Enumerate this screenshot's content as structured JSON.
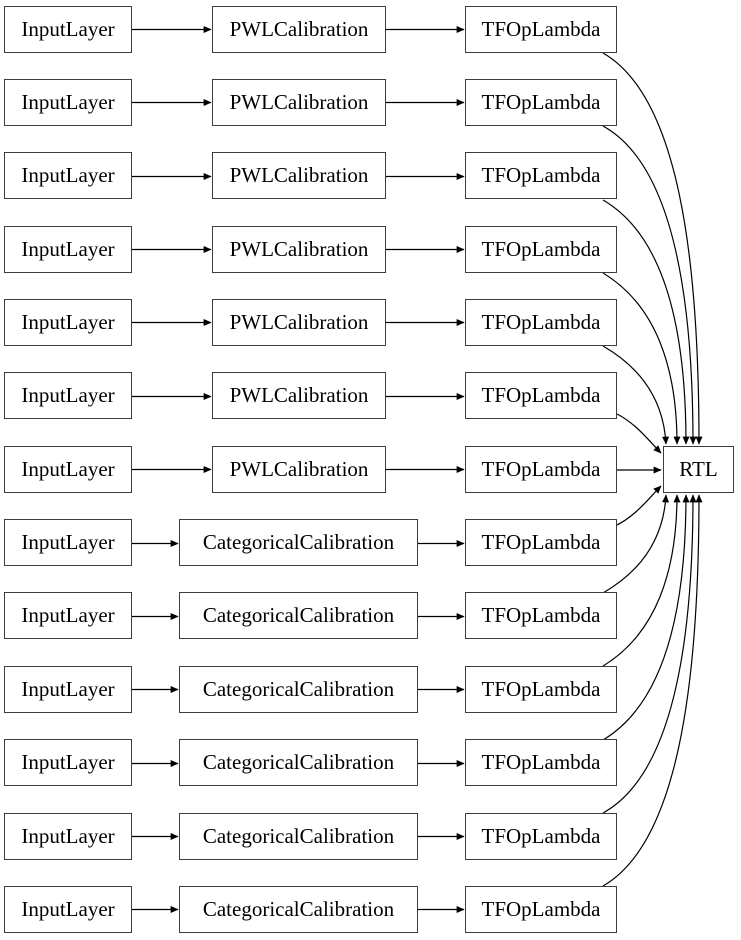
{
  "diagram": {
    "kind": "model-graph",
    "flow": [
      "input",
      "calibration",
      "op",
      "output"
    ],
    "rows": [
      {
        "input": "InputLayer",
        "calibration": "PWLCalibration",
        "op": "TFOpLambda"
      },
      {
        "input": "InputLayer",
        "calibration": "PWLCalibration",
        "op": "TFOpLambda"
      },
      {
        "input": "InputLayer",
        "calibration": "PWLCalibration",
        "op": "TFOpLambda"
      },
      {
        "input": "InputLayer",
        "calibration": "PWLCalibration",
        "op": "TFOpLambda"
      },
      {
        "input": "InputLayer",
        "calibration": "PWLCalibration",
        "op": "TFOpLambda"
      },
      {
        "input": "InputLayer",
        "calibration": "PWLCalibration",
        "op": "TFOpLambda"
      },
      {
        "input": "InputLayer",
        "calibration": "PWLCalibration",
        "op": "TFOpLambda"
      },
      {
        "input": "InputLayer",
        "calibration": "CategoricalCalibration",
        "op": "TFOpLambda"
      },
      {
        "input": "InputLayer",
        "calibration": "CategoricalCalibration",
        "op": "TFOpLambda"
      },
      {
        "input": "InputLayer",
        "calibration": "CategoricalCalibration",
        "op": "TFOpLambda"
      },
      {
        "input": "InputLayer",
        "calibration": "CategoricalCalibration",
        "op": "TFOpLambda"
      },
      {
        "input": "InputLayer",
        "calibration": "CategoricalCalibration",
        "op": "TFOpLambda"
      },
      {
        "input": "InputLayer",
        "calibration": "CategoricalCalibration",
        "op": "TFOpLambda"
      }
    ],
    "output_label": "RTL",
    "colors": {
      "background": "#ffffff",
      "node_fill": "#ffffff",
      "node_border": "#3d3d3d",
      "edge": "#000000",
      "text": "#000000"
    }
  }
}
